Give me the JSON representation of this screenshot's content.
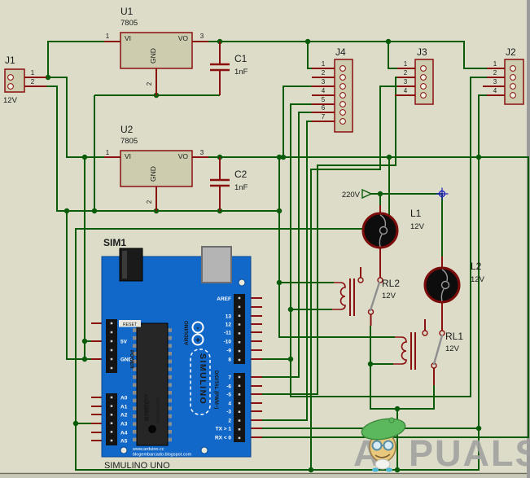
{
  "schematic": {
    "j1": {
      "ref": "J1",
      "value": "12V",
      "pins": [
        "1",
        "2"
      ]
    },
    "u1": {
      "ref": "U1",
      "value": "7805",
      "vi": "VI",
      "vo": "VO",
      "gnd": "GND",
      "p1": "1",
      "p2": "2",
      "p3": "3"
    },
    "u2": {
      "ref": "U2",
      "value": "7805",
      "vi": "VI",
      "vo": "VO",
      "gnd": "GND",
      "p1": "1",
      "p2": "2",
      "p3": "3"
    },
    "c1": {
      "ref": "C1",
      "value": "1nF"
    },
    "c2": {
      "ref": "C2",
      "value": "1nF"
    },
    "j4": {
      "ref": "J4",
      "pins": [
        "1",
        "2",
        "3",
        "4",
        "5",
        "6",
        "7"
      ]
    },
    "j3": {
      "ref": "J3",
      "pins": [
        "1",
        "2",
        "3",
        "4"
      ]
    },
    "j2": {
      "ref": "J2",
      "pins": [
        "1",
        "2",
        "3",
        "4"
      ]
    },
    "vsource": {
      "label": "220V"
    },
    "l1": {
      "ref": "L1",
      "value": "12V"
    },
    "l2": {
      "ref": "L2",
      "value": "12V"
    },
    "rl2": {
      "ref": "RL2",
      "value": "12V"
    },
    "rl1": {
      "ref": "RL1",
      "value": "12V"
    },
    "arduino": {
      "ref": "SIM1",
      "caption": "SIMULINO UNO",
      "brand_vertical": "ARDUINO",
      "logo_minus": "-",
      "logo_plus": "+",
      "simulino": "SIMULINO",
      "power_label": "POWER",
      "analog_label": "ANALOG IN",
      "digital_label": "DIGITAL (PWM~)",
      "reset": "RESET",
      "v5": "5V",
      "gnd": "GND",
      "aref": "AREF",
      "digital_top": [
        "13",
        "12",
        "-11",
        "-10",
        "-9",
        "8"
      ],
      "digital_bottom": [
        "7",
        "-6",
        "-5",
        "4",
        "-3",
        "2",
        "TX > 1",
        "RX < 0"
      ],
      "analog_pins": [
        "A0",
        "A1",
        "A2",
        "A3",
        "A4",
        "A5"
      ],
      "chip_brand": "ATMEL",
      "chip_model": "ATMEGA328P",
      "url1": "www.arduino.cc",
      "url2": "blogembarcado.blogspot.com"
    },
    "watermark": {
      "first": "A",
      "rest": "PUALS"
    }
  }
}
